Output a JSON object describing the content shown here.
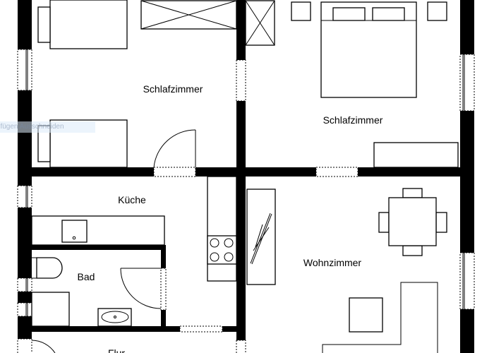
{
  "rooms": {
    "bedroom_left": "Schlafzimmer",
    "bedroom_right": "Schlafzimmer",
    "kitchen": "Küche",
    "bathroom": "Bad",
    "living_room": "Wohnzimmer",
    "hallway": "Flur"
  },
  "overlay_text": "Einfügen Ausschneiden",
  "colors": {
    "walls": "#000000",
    "background": "#ffffff"
  }
}
